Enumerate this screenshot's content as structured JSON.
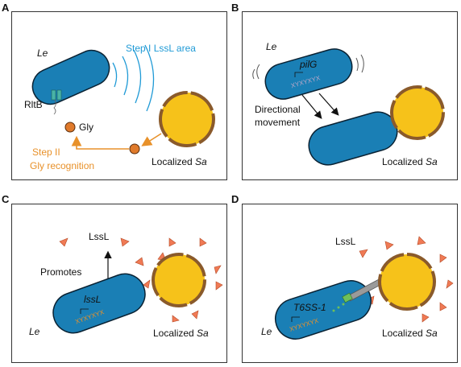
{
  "panels": {
    "a": {
      "label": "A",
      "cell": "Le",
      "area": "Step I LssL area",
      "receptor": "RltB",
      "molecule": "Gly",
      "step2_line1": "Step II",
      "step2_line2": "Gly recognition",
      "loc_prefix": "Localized ",
      "loc_italic": "Sa"
    },
    "b": {
      "label": "B",
      "cell": "Le",
      "gene": "pilG",
      "move_line1": "Directional",
      "move_line2": "movement",
      "loc_prefix": "Localized ",
      "loc_italic": "Sa"
    },
    "c": {
      "label": "C",
      "lssl": "LssL",
      "promotes": "Promotes",
      "gene": "lssL",
      "cell": "Le",
      "loc_prefix": "Localized ",
      "loc_italic": "Sa"
    },
    "d": {
      "label": "D",
      "lssl": "LssL",
      "gene": "T6SS-1",
      "cell": "Le",
      "loc_prefix": "Localized ",
      "loc_italic": "Sa"
    }
  },
  "colors": {
    "cell_blue": "#1a7fb5",
    "sa_yellow": "#f6c21a",
    "sa_rim": "#8a5a2b",
    "orange": "#e8912a",
    "triangle": "#f07a55",
    "signal_blue": "#1f9ad6"
  }
}
